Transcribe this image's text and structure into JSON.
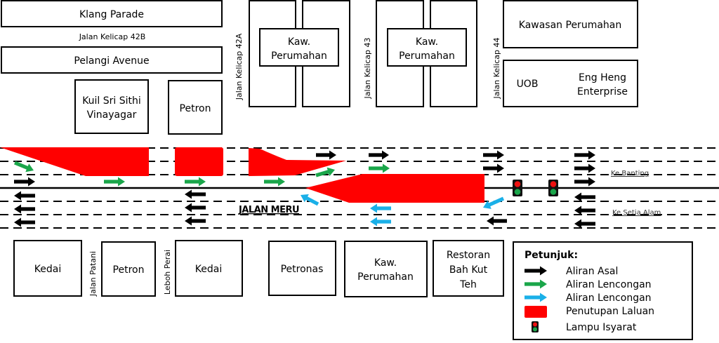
{
  "colors": {
    "closure": "#ff0000",
    "original_flow": "#000000",
    "detour_green": "#1aa64a",
    "detour_blue": "#1ab0e8"
  },
  "north_side": {
    "klang_parade": "Klang Parade",
    "jalan_kelicap_42b": "Jalan Kelicap 42B",
    "pelangi_avenue": "Pelangi Avenue",
    "kuil_line1": "Kuil Sri Sithi",
    "kuil_line2": "Vinayagar",
    "petron": "Petron",
    "jalan_kelicap_42a": "Jalan Kelicap 42A",
    "kaw1_line1": "Kaw.",
    "kaw1_line2": "Perumahan",
    "jalan_kelicap_43": "Jalan Kelicap 43",
    "kaw2_line1": "Kaw.",
    "kaw2_line2": "Perumahan",
    "jalan_kelicap_44": "Jalan Kelicap 44",
    "kawasan_perumahan": "Kawasan Perumahan",
    "uob": "UOB",
    "eng_heng_line1": "Eng Heng",
    "eng_heng_line2": "Enterprise"
  },
  "road": {
    "name": "JALAN MERU",
    "to_banting": "Ke Banting",
    "to_setia_alam": "Ke Setia Alam"
  },
  "south_side": {
    "kedai1": "Kedai",
    "jalan_patani": "Jalan Patani",
    "petron": "Petron",
    "leboh_perai": "Leboh Perai",
    "kedai2": "Kedai",
    "petronas": "Petronas",
    "kaw_line1": "Kaw.",
    "kaw_line2": "Perumahan",
    "restoran_line1": "Restoran",
    "restoran_line2": "Bah Kut",
    "restoran_line3": "Teh"
  },
  "legend": {
    "title": "Petunjuk:",
    "items": [
      {
        "label": "Aliran Asal",
        "icon": "black-arrow-icon"
      },
      {
        "label": "Aliran Lencongan",
        "icon": "green-arrow-icon"
      },
      {
        "label": "Aliran Lencongan",
        "icon": "blue-arrow-icon"
      },
      {
        "label": "Penutupan Laluan",
        "icon": "red-block-icon"
      },
      {
        "label": "Lampu Isyarat",
        "icon": "traffic-light-icon"
      }
    ]
  }
}
